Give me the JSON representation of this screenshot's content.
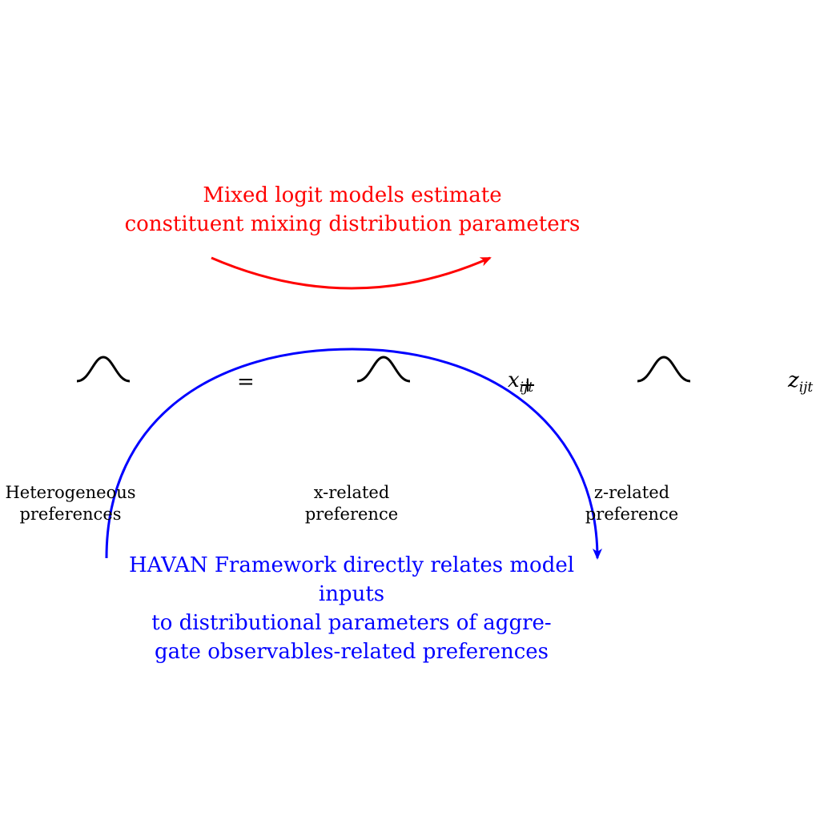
{
  "top_annotation": {
    "text": "Mixed logit models estimate\nconstituent mixing distribution parameters",
    "color": "#ff0000"
  },
  "bottom_annotation": {
    "text": "HAVAN Framework directly relates model inputs\nto distributional parameters of aggre-\ngate observables-related preferences",
    "color": "#0000ff"
  },
  "equation": {
    "equals": "=",
    "plus": "+",
    "x_var": "x",
    "x_sub": "ijt",
    "z_var": "z",
    "z_sub": "ijt"
  },
  "captions": {
    "heterogeneous": "Heterogeneous\npreferences",
    "x_related": "x-related\npreference",
    "z_related": "z-related\npreference"
  }
}
